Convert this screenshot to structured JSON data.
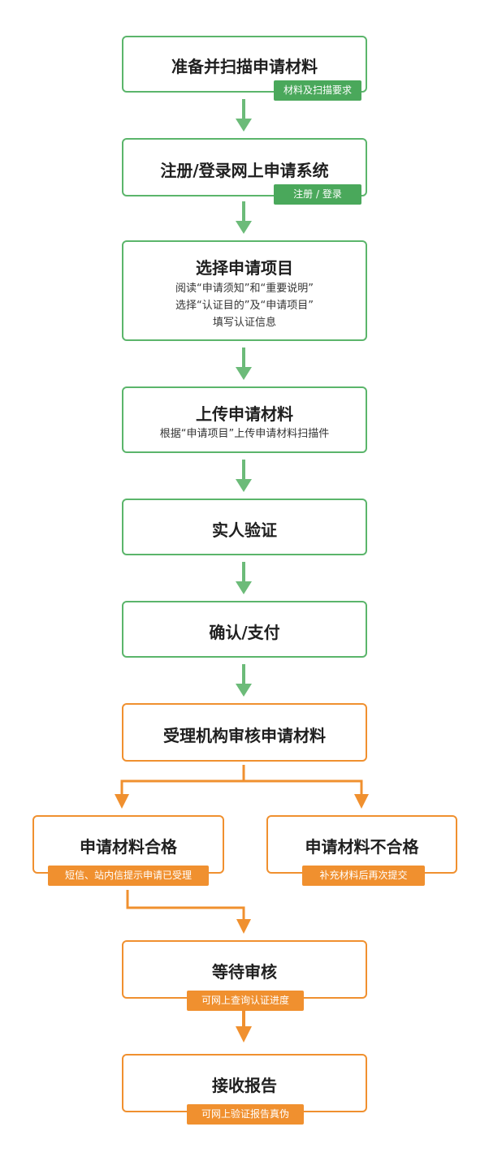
{
  "colors": {
    "green": "#5bb56b",
    "green_tag": "#4aa85b",
    "orange": "#f0902f"
  },
  "steps": [
    {
      "title": "准备并扫描申请材料",
      "tag": "材料及扫描要求"
    },
    {
      "title": "注册/登录网上申请系统",
      "tag": "注册 / 登录"
    },
    {
      "title": "选择申请项目",
      "lines": [
        "阅读“申请须知”和“重要说明”",
        "选择“认证目的”及“申请项目”",
        "填写认证信息"
      ]
    },
    {
      "title": "上传申请材料",
      "lines": [
        "根据“申请项目”上传申请材料扫描件"
      ]
    },
    {
      "title": "实人验证"
    },
    {
      "title": "确认/支付"
    },
    {
      "title": "受理机构审核申请材料"
    },
    {
      "title": "申请材料合格",
      "tag": "短信、站内信提示申请已受理"
    },
    {
      "title": "申请材料不合格",
      "tag": "补充材料后再次提交"
    },
    {
      "title": "等待审核",
      "tag": "可网上查询认证进度"
    },
    {
      "title": "接收报告",
      "tag": "可网上验证报告真伪"
    }
  ]
}
